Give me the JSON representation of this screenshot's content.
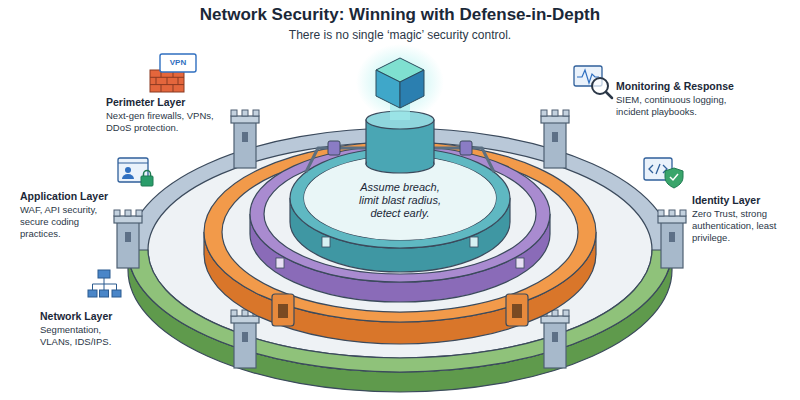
{
  "diagram": {
    "title": "Network Security: Winning with Defense-in-Depth",
    "nodes": [
      {
        "text": [
          "Assume breach, limit blast radius, detect early."
        ]
      }
    ],
    "labels": [
      "There is no single ‘magic’ security control.",
      "VPN",
      "Perimeter Layer",
      "Next-gen firewalls, VPNs, DDoS protection.",
      "Monitoring & Response",
      "SIEM, continuous logging, incident playbooks.",
      "Application Layer",
      "WAF, API security, secure coding practices.",
      "Identity Layer",
      "Zero Trust, strong authentication, least privilege.",
      "Network Layer",
      "Segmentation, VLANs, IDS/IPS."
    ]
  }
}
